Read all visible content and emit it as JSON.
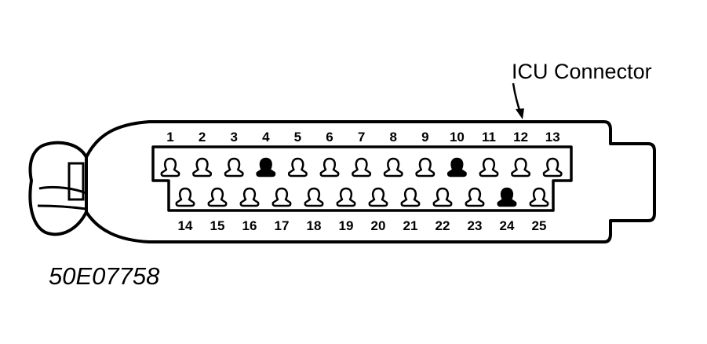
{
  "diagram": {
    "callout_label": "ICU Connector",
    "figure_id": "50E07758",
    "top_row": [
      {
        "number": "1",
        "filled": false
      },
      {
        "number": "2",
        "filled": false
      },
      {
        "number": "3",
        "filled": false
      },
      {
        "number": "4",
        "filled": true
      },
      {
        "number": "5",
        "filled": false
      },
      {
        "number": "6",
        "filled": false
      },
      {
        "number": "7",
        "filled": false
      },
      {
        "number": "8",
        "filled": false
      },
      {
        "number": "9",
        "filled": false
      },
      {
        "number": "10",
        "filled": true
      },
      {
        "number": "11",
        "filled": false
      },
      {
        "number": "12",
        "filled": false
      },
      {
        "number": "13",
        "filled": false
      }
    ],
    "bottom_row": [
      {
        "number": "14",
        "filled": false
      },
      {
        "number": "15",
        "filled": false
      },
      {
        "number": "16",
        "filled": false
      },
      {
        "number": "17",
        "filled": false
      },
      {
        "number": "18",
        "filled": false
      },
      {
        "number": "19",
        "filled": false
      },
      {
        "number": "20",
        "filled": false
      },
      {
        "number": "21",
        "filled": false
      },
      {
        "number": "22",
        "filled": false
      },
      {
        "number": "23",
        "filled": false
      },
      {
        "number": "24",
        "filled": true
      },
      {
        "number": "25",
        "filled": false
      }
    ],
    "colors": {
      "line": "#000000",
      "background": "#ffffff"
    }
  }
}
